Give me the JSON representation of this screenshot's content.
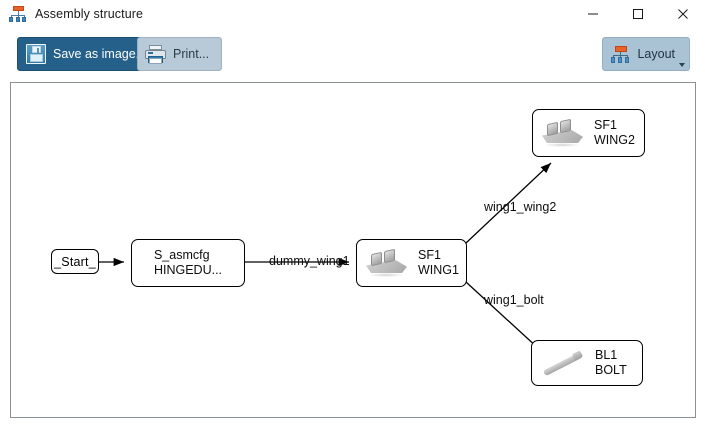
{
  "window": {
    "title": "Assembly structure",
    "icon": "org-chart-icon",
    "controls": {
      "minimize": "minimize-icon",
      "maximize": "maximize-icon",
      "close": "close-icon"
    }
  },
  "toolbar": {
    "save_label": "Save as image...",
    "save_icon": "floppy-disk-icon",
    "print_label": "Print...",
    "print_icon": "printer-icon",
    "layout_label": "Layout",
    "layout_icon": "org-chart-icon",
    "layout_has_dropdown": true
  },
  "colors": {
    "titlebar_bg": "#ffffff",
    "primary_button": "#246089",
    "secondary_button": "#b8cad8",
    "layout_button": "#a9c2d4",
    "canvas_bg": "#ffffff",
    "canvas_border": "#8a8f96",
    "node_border": "#000000",
    "accent_orange": "#e8622a",
    "accent_blue": "#3f86bd"
  },
  "diagram": {
    "nodes": [
      {
        "id": "start",
        "label_top": "_Start_",
        "label_bottom": "",
        "icon": "none",
        "shape": "rounded-small"
      },
      {
        "id": "asmcfg",
        "label_top": "S_asmcfg",
        "label_bottom": "HINGEDU...",
        "icon": "none",
        "shape": "rounded-box"
      },
      {
        "id": "wing1",
        "label_top": "SF1",
        "label_bottom": "WING1",
        "icon": "part-icon",
        "shape": "rounded-box"
      },
      {
        "id": "wing2",
        "label_top": "SF1",
        "label_bottom": "WING2",
        "icon": "part-icon",
        "shape": "rounded-box"
      },
      {
        "id": "bolt",
        "label_top": "BL1",
        "label_bottom": "BOLT",
        "icon": "bolt-icon",
        "shape": "rounded-box"
      }
    ],
    "edges": [
      {
        "from": "start",
        "to": "asmcfg",
        "label": ""
      },
      {
        "from": "asmcfg",
        "to": "wing1",
        "label": "dummy_wing1"
      },
      {
        "from": "wing1",
        "to": "wing2",
        "label": "wing1_wing2"
      },
      {
        "from": "wing1",
        "to": "bolt",
        "label": "wing1_bolt"
      }
    ]
  }
}
